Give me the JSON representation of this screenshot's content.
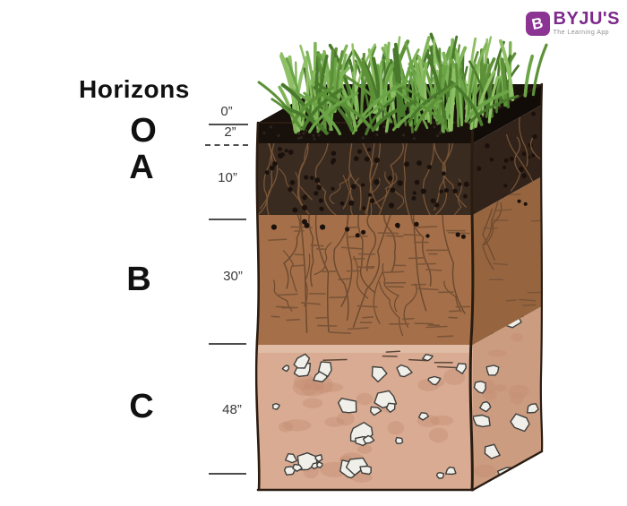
{
  "brand": {
    "name": "BYJU'S",
    "tagline": "The Learning App",
    "icon_letter": "B",
    "purple": "#8c3494"
  },
  "diagram": {
    "heading": "Horizons",
    "horizon_labels": [
      {
        "label": "O"
      },
      {
        "label": "A"
      },
      {
        "label": "B"
      },
      {
        "label": "C"
      }
    ],
    "depth_marks": [
      {
        "value": "0”"
      },
      {
        "value": "2”"
      },
      {
        "value": "10”"
      },
      {
        "value": "30”"
      },
      {
        "value": "48”"
      }
    ],
    "colors": {
      "outline": "#2b1c12",
      "top_face": "#17100b",
      "horizon_o_front": "#18100b",
      "horizon_o_side": "#120c08",
      "horizon_a_front": "#3a2b21",
      "horizon_a_side": "#31231a",
      "horizon_b_front": "#a57049",
      "horizon_b_side": "#96653f",
      "horizon_c_front": "#d8ab92",
      "horizon_c_side": "#cb9c80",
      "c_light_band": "#e2c1aa",
      "soil_dot": "#1b110c",
      "root_a": "#7a5637",
      "root_b": "#6d4a30",
      "dash_b": "#7a5438",
      "dash_c": "#5c4636",
      "blob_c": "#c68f73",
      "rock_fill": "#f0efe9",
      "rock_stroke": "#3e3e3c",
      "grass": [
        "#497a2c",
        "#5d9138",
        "#6ca548",
        "#7fb558",
        "#8fc066"
      ]
    }
  }
}
